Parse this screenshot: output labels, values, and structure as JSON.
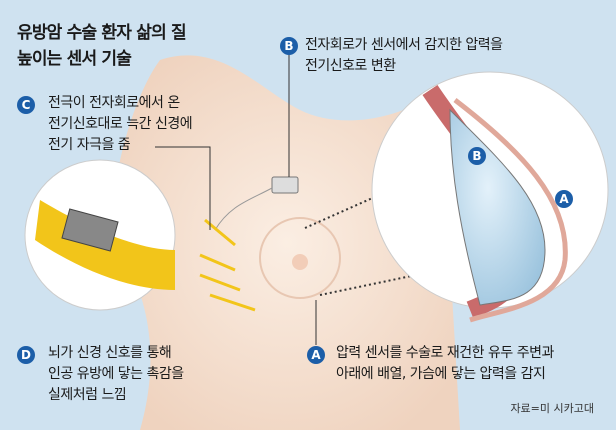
{
  "title_line1": "유방암 수술 환자 삶의 질",
  "title_line2": "높이는 센서 기술",
  "callouts": {
    "A": {
      "badge": "A",
      "lines": [
        "압력 센서를 수술로 재건한 유두 주변과",
        "아래에 배열, 가슴에 닿는 압력을 감지"
      ]
    },
    "B": {
      "badge": "B",
      "lines": [
        "전자회로가 센서에서 감지한 압력을",
        "전기신호로 변환"
      ]
    },
    "C": {
      "badge": "C",
      "lines": [
        "전극이 전자회로에서 온",
        "전기신호대로 늑간 신경에",
        "전기 자극을 줌"
      ]
    },
    "D": {
      "badge": "D",
      "lines": [
        "뇌가 신경 신호를 통해",
        "인공 유방에 닿는 촉감을",
        "실제처럼 느낌"
      ]
    }
  },
  "diagram_labels": {
    "A": "A",
    "B": "B"
  },
  "source": "자료=미 시카고대",
  "colors": {
    "badge": "#1c5ea8",
    "background": "#cfe2f0",
    "skin": "#f6e0cf",
    "electrode": "#f2c51a"
  }
}
